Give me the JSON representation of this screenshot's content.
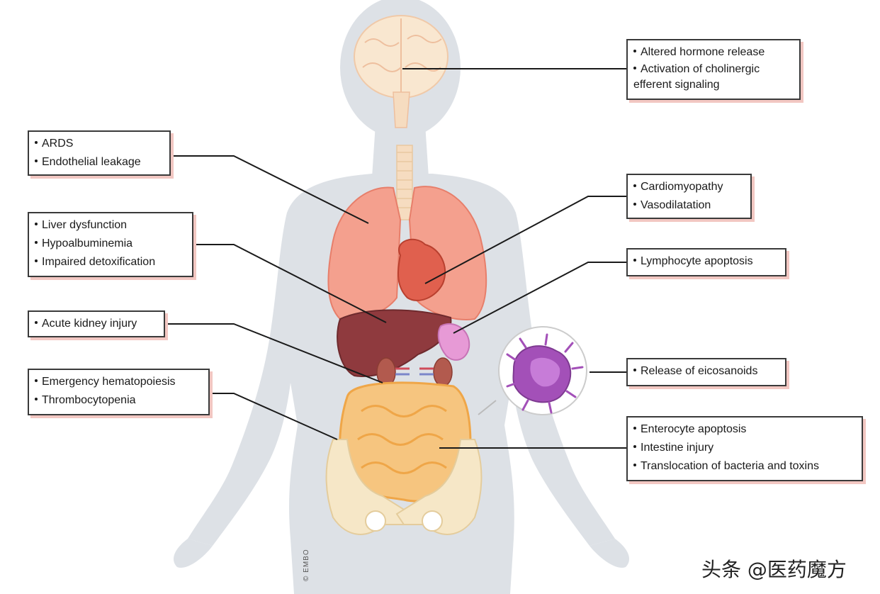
{
  "callouts": {
    "brain": [
      "Altered hormone release",
      "Activation of cholinergic efferent signaling"
    ],
    "lung": [
      "ARDS",
      "Endothelial leakage"
    ],
    "liver": [
      "Liver dysfunction",
      "Hypoalbuminemia",
      "Impaired detoxification"
    ],
    "kidney": [
      "Acute kidney injury"
    ],
    "bone_marrow": [
      "Emergency hematopoiesis",
      "Thrombocytopenia"
    ],
    "heart": [
      "Cardiomyopathy",
      "Vasodilatation"
    ],
    "spleen": [
      "Lymphocyte apoptosis"
    ],
    "immune_cell": [
      "Release of eicosanoids"
    ],
    "intestine": [
      "Enterocyte apoptosis",
      "Intestine injury",
      "Translocation of bacteria and toxins"
    ]
  },
  "copyright": "© EMBO",
  "watermark": "头条 @医药魔方",
  "colors": {
    "silhouette": "#dde1e6",
    "lung": "#f4a08e",
    "heart": "#e0604e",
    "liver": "#8f3a3e",
    "spleen": "#e79ad6",
    "intestine": "#f6c57f",
    "bone": "#f6e7c7",
    "brain": "#f9e7d0",
    "immune_cell": "#a350b8",
    "box_shadow": "#f2c7c2"
  }
}
